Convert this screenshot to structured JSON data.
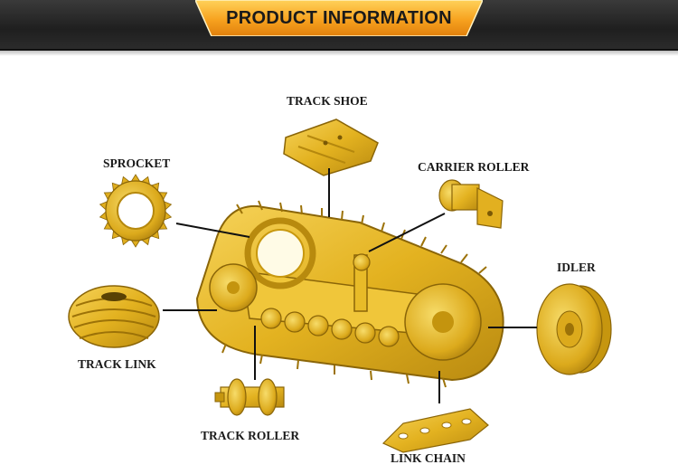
{
  "banner": {
    "title": "PRODUCT INFORMATION"
  },
  "labels": {
    "track_shoe": "TRACK SHOE",
    "sprocket": "SPROCKET",
    "carrier_roller": "CARRIER ROLLER",
    "idler": "IDLER",
    "track_link": "TRACK LINK",
    "track_roller": "TRACK ROLLER",
    "link_chain": "LINK CHAIN"
  },
  "colors": {
    "banner_dark": "#2a2a2a",
    "tab_orange": "#f39a1c",
    "tab_yellow": "#ffc23a",
    "part_yellow": "#e8b820",
    "part_shadow": "#b8860b",
    "leader_line": "#111111"
  }
}
